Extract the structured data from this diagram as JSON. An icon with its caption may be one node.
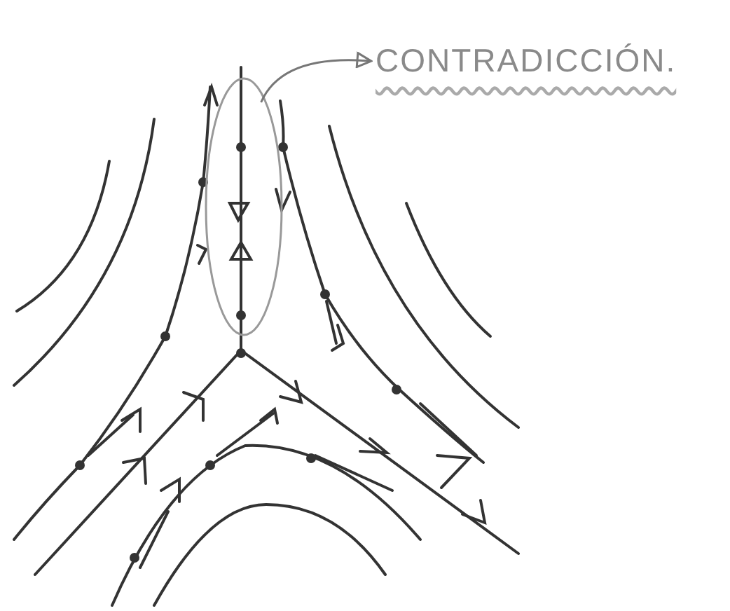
{
  "diagram": {
    "nodes": [
      {
        "text": [
          "CONTRADICCIÓN."
        ]
      },
      {
        "text": [],
        "shape": "ellipse"
      }
    ],
    "edges": [
      {
        "from": 1,
        "to": 0,
        "arrow": "to"
      }
    ]
  }
}
